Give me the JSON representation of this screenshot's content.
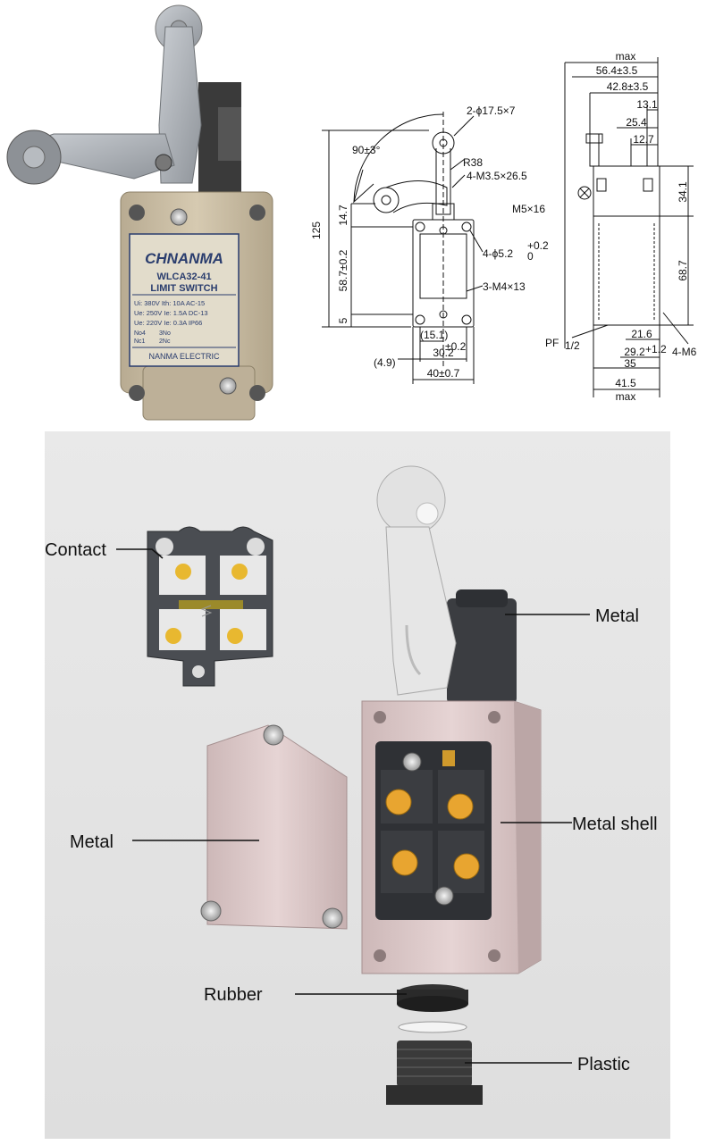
{
  "product": {
    "brand": "CHNANMA",
    "model": "WLCA32-41",
    "type": "LIMIT SWITCH",
    "specs": [
      "Ui: 380V  Ith: 10A  AC-15",
      "Ue: 250V  Ie: 1.5A  DC-13",
      "Ue: 220V  Ie: 0.3A  IP66"
    ],
    "contacts": [
      "No4",
      "Nc1",
      "3No",
      "2Nc"
    ],
    "maker": "NANMA  ELECTRIC"
  },
  "front_dims": {
    "hole_spec": "2-ϕ17.5×7",
    "angle": "90±3°",
    "radius": "R38",
    "screw": "4-M3.5×26.5",
    "height_total": "125",
    "d_14_7": "14.7",
    "d_58_7": "58.7±0.2",
    "d_5": "5",
    "mount_hole_main": "4-ϕ5.2",
    "mount_hole_tol_top": "+0.2",
    "mount_hole_tol_bot": "0",
    "thread": "3-M4×13",
    "d_15_1": "(15.1)",
    "tol_0_2": "±0.2",
    "d_30_2": "30.2",
    "d_4_9": "(4.9)",
    "width": "40±0.7"
  },
  "side_dims": {
    "max_top": "max",
    "d_56_4": "56.4±3.5",
    "d_42_8": "42.8±3.5",
    "d_13_1": "13.1",
    "d_25_4": "25.4",
    "d_12_7": "12.7",
    "m5": "M5×16",
    "d_34_1": "34.1",
    "d_68_7": "68.7",
    "pf_main": "PF",
    "pf_frac": "1/2",
    "d_21_6": "21.6",
    "tol_1_2": "+1.2",
    "d_29_2": "29.2",
    "d_35": "35",
    "m6": "4-M6",
    "d_41_5": "41.5",
    "max_bottom": "max"
  },
  "exploded": {
    "labels": {
      "contact": "Contact",
      "metal_top": "Metal",
      "metal_shell": "Metal shell",
      "metal_cover": "Metal",
      "rubber": "Rubber",
      "plastic": "Plastic"
    }
  },
  "colors": {
    "housing": "#cfc2a8",
    "arm_metal": "#a8adb3",
    "shell_pink": "#dcc7c7",
    "terminal_yellow": "#e8b830",
    "panel_bg": "#e6e6e6",
    "plate_text": "#2a3d6e"
  }
}
